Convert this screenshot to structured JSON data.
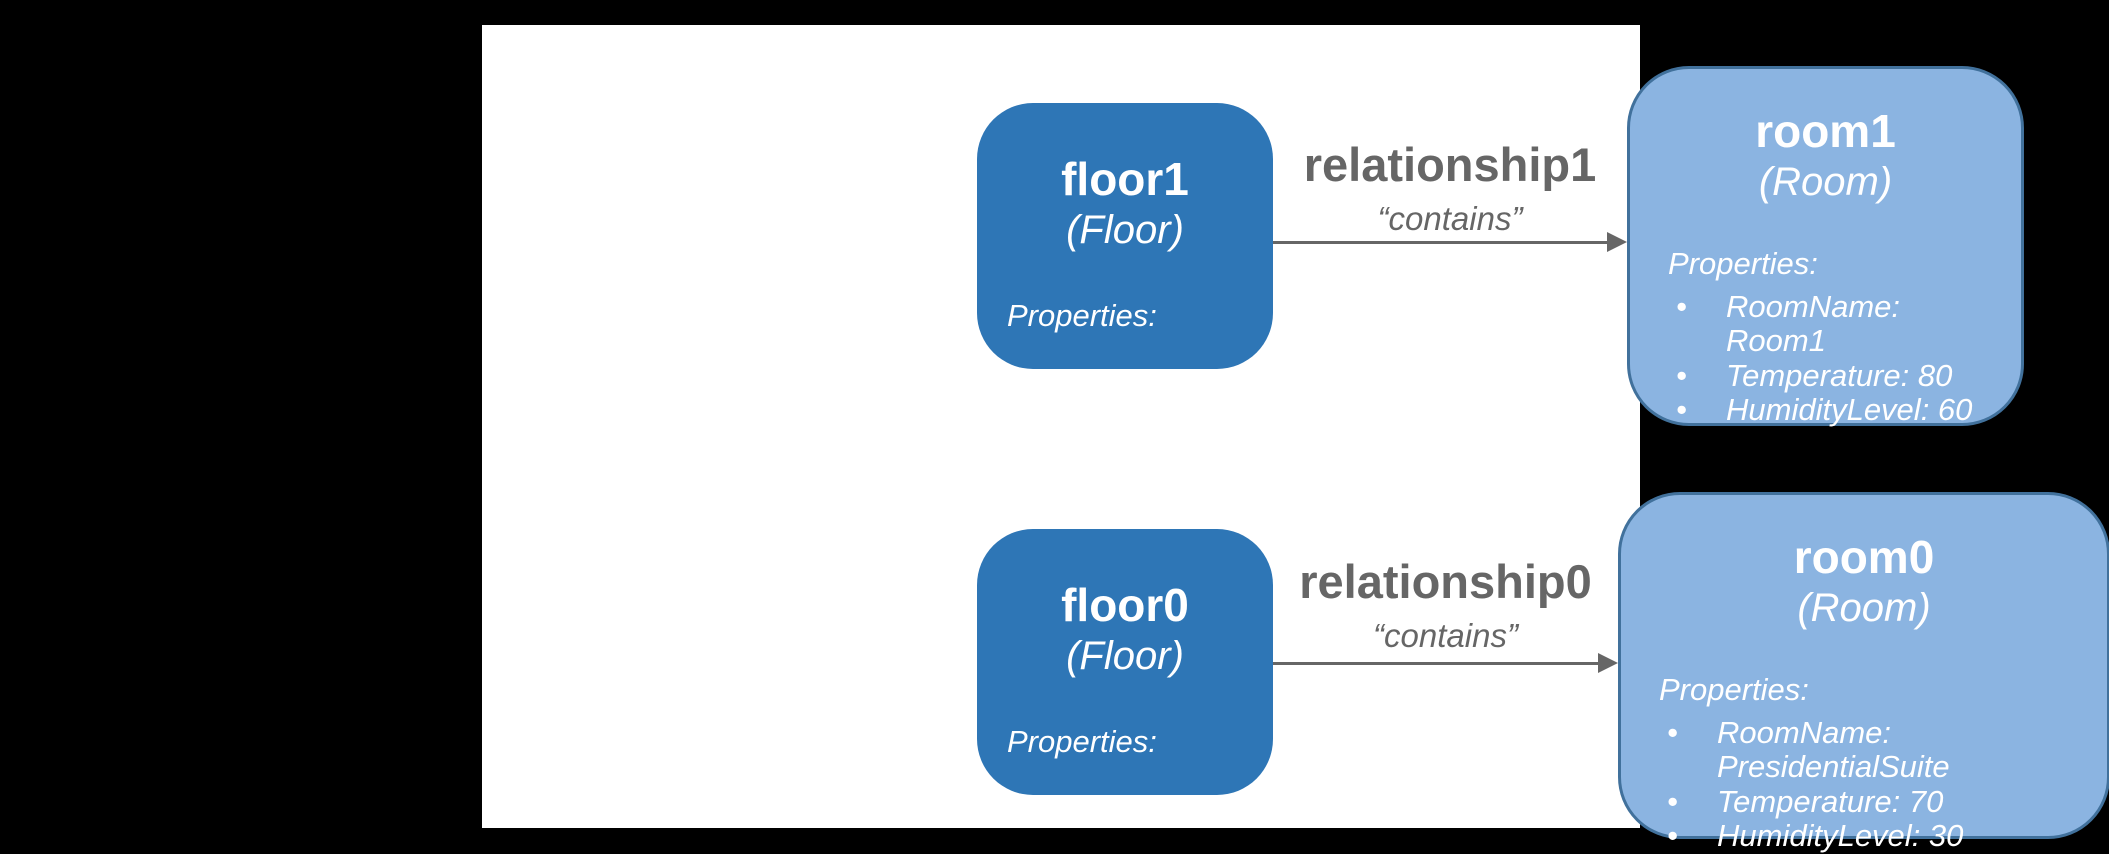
{
  "colors": {
    "background": "#000000",
    "panel_background": "#ffffff",
    "floor_node_fill": "#2e76b6",
    "room_node_fill": "#8bb4e1",
    "room_node_border": "#41719c",
    "node_text": "#ffffff",
    "relationship_text": "#666666"
  },
  "nodes": [
    {
      "name": "floor1",
      "model": "(Floor)",
      "properties_label": "Properties:",
      "properties": []
    },
    {
      "name": "room1",
      "model": "(Room)",
      "properties_label": "Properties:",
      "properties": [
        "RoomName: Room1",
        "Temperature: 80",
        "HumidityLevel: 60"
      ]
    },
    {
      "name": "floor0",
      "model": "(Floor)",
      "properties_label": "Properties:",
      "properties": []
    },
    {
      "name": "room0",
      "model": "(Room)",
      "properties_label": "Properties:",
      "properties": [
        "RoomName: PresidentialSuite",
        "Temperature: 70",
        "HumidityLevel: 30"
      ]
    }
  ],
  "relationships": [
    {
      "name": "relationship1",
      "label": "“contains”",
      "from": "floor1",
      "to": "room1"
    },
    {
      "name": "relationship0",
      "label": "“contains”",
      "from": "floor0",
      "to": "room0"
    }
  ]
}
